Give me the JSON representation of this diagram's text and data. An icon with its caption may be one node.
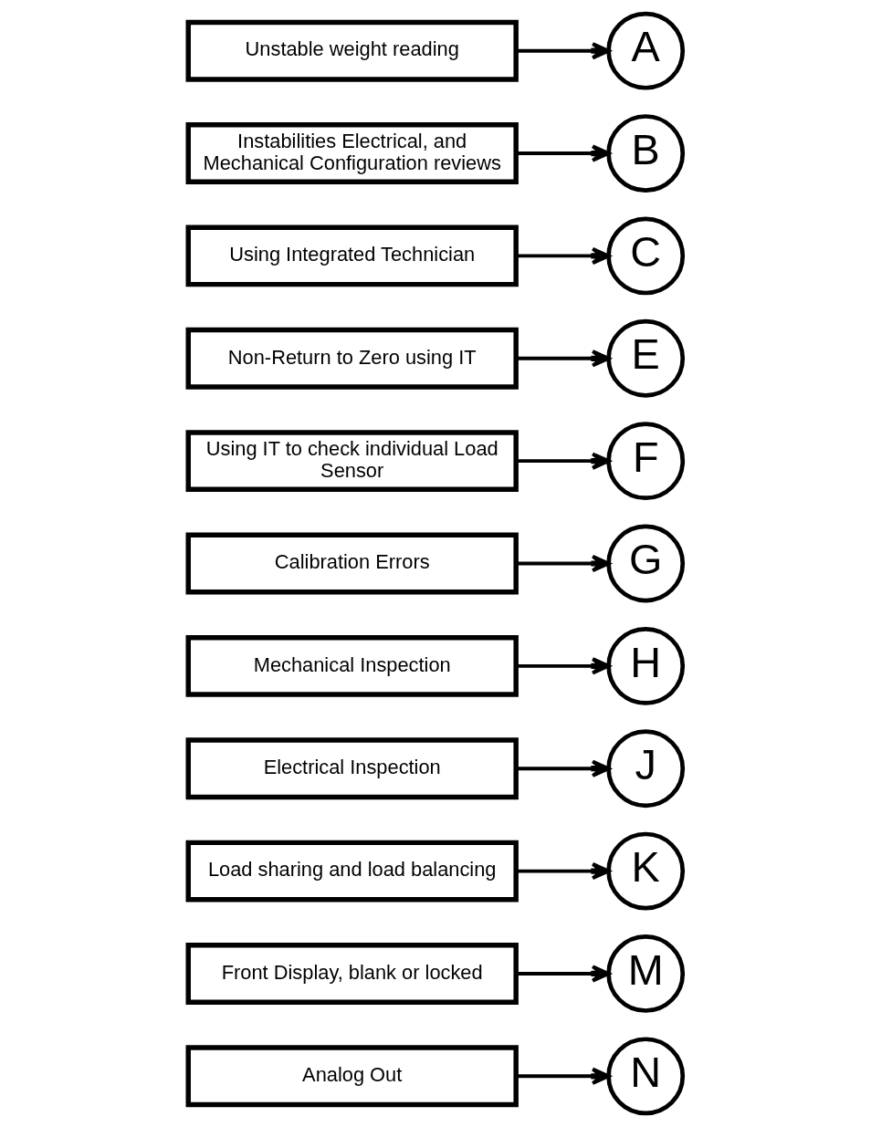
{
  "diagram": {
    "nodes": [
      {
        "text": [
          "Unstable weight reading"
        ]
      },
      {
        "text": [
          "A"
        ]
      },
      {
        "text": [
          "Instabilities Electrical, and Mechanical Configuration reviews"
        ]
      },
      {
        "text": [
          "B"
        ]
      },
      {
        "text": [
          "Using Integrated Technician"
        ]
      },
      {
        "text": [
          "C"
        ]
      },
      {
        "text": [
          "Non-Return to Zero using IT"
        ]
      },
      {
        "text": [
          "E"
        ]
      },
      {
        "text": [
          "Using IT to check individual Load Sensor"
        ]
      },
      {
        "text": [
          "F"
        ]
      },
      {
        "text": [
          "Calibration Errors"
        ]
      },
      {
        "text": [
          "G"
        ]
      },
      {
        "text": [
          "Mechanical Inspection"
        ]
      },
      {
        "text": [
          "H"
        ]
      },
      {
        "text": [
          "Electrical Inspection"
        ]
      },
      {
        "text": [
          "J"
        ]
      },
      {
        "text": [
          "Load sharing and load balancing"
        ]
      },
      {
        "text": [
          "K"
        ]
      },
      {
        "text": [
          "Front Display, blank or locked"
        ]
      },
      {
        "text": [
          "M"
        ]
      },
      {
        "text": [
          "Analog Out"
        ]
      },
      {
        "text": [
          "N"
        ]
      }
    ],
    "edges": [
      {
        "from": 0,
        "to": 1,
        "arrow": "to"
      },
      {
        "from": 2,
        "to": 3,
        "arrow": "to"
      },
      {
        "from": 4,
        "to": 5,
        "arrow": "to"
      },
      {
        "from": 6,
        "to": 7,
        "arrow": "to"
      },
      {
        "from": 8,
        "to": 9,
        "arrow": "to"
      },
      {
        "from": 10,
        "to": 11,
        "arrow": "to"
      },
      {
        "from": 12,
        "to": 13,
        "arrow": "to"
      },
      {
        "from": 14,
        "to": 15,
        "arrow": "to"
      },
      {
        "from": 16,
        "to": 17,
        "arrow": "to"
      },
      {
        "from": 18,
        "to": 19,
        "arrow": "to"
      },
      {
        "from": 20,
        "to": 21,
        "arrow": "to"
      }
    ]
  }
}
